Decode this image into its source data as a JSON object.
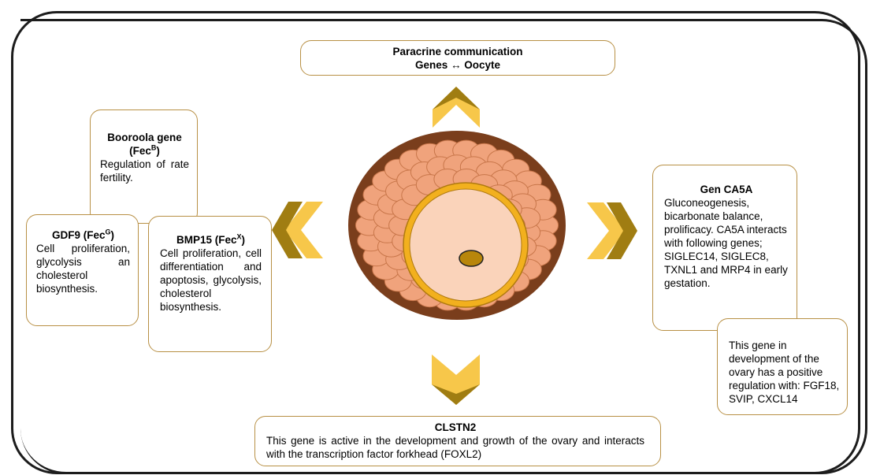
{
  "paracrine": {
    "line1": "Paracrine communication",
    "line2": "Genes ↔ Oocyte"
  },
  "booroola": {
    "title": "Booroola gene",
    "fec_prefix": "(Fec",
    "sup": "B",
    "fec_suffix": ")",
    "text": "Regulation of rate fertility."
  },
  "gdf9": {
    "title": "GDF9 (Fec",
    "sup": "G",
    "title_suffix": ")",
    "text": "Cell proliferation, glycolysis an cholesterol biosynthesis."
  },
  "bmp15": {
    "title": "BMP15 (Fec",
    "sup": "X",
    "title_suffix": ")",
    "text": "Cell proliferation, cell differentiation and apoptosis, glycolysis, cholesterol biosynthesis."
  },
  "ca5a": {
    "title": "Gen CA5A",
    "text": "Gluconeogenesis, bicarbonate balance, prolificacy. CA5A interacts with following genes; SIGLEC14, SIGLEC8, TXNL1 and MRP4 in early gestation."
  },
  "ovary_dev": {
    "text": "This gene in development of the ovary has a positive regulation with: FGF18, SVIP, CXCL14"
  },
  "clstn2": {
    "title": "CLSTN2",
    "text": "This gene is active in the development and growth of the ovary and interacts with the transcription factor forkhead (FOXL2)"
  },
  "colors": {
    "box_border": "#b89045",
    "follicle_outer": "#7a3e1c",
    "granulosa_cell": "#f0a37c",
    "zona_ring": "#f2b01e",
    "oocyte": "#fad3ba",
    "nucleus": "#b8860b",
    "arrow_light": "#f7c74a",
    "arrow_dark": "#a07d12"
  }
}
